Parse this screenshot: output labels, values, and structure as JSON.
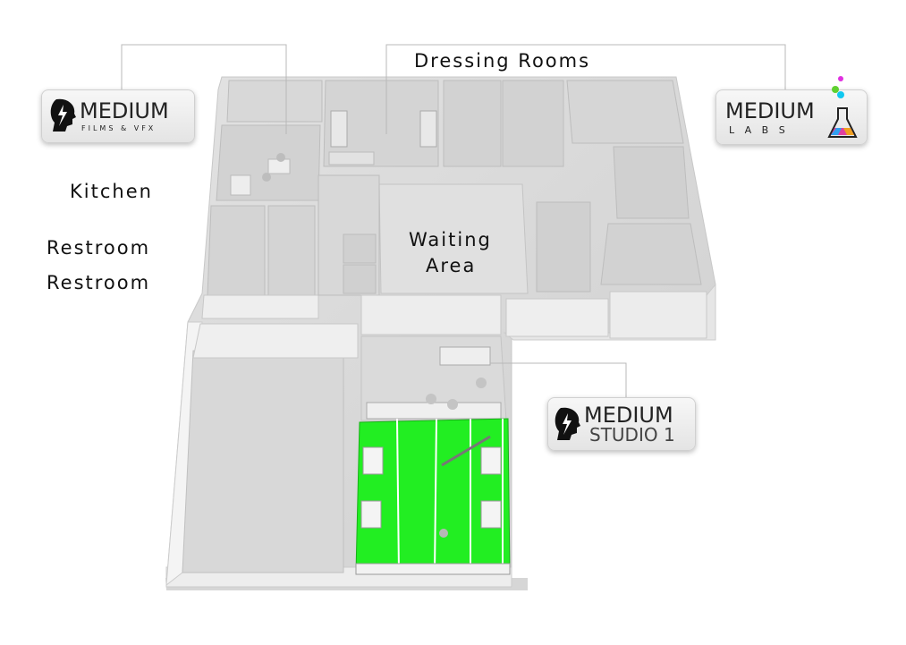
{
  "labels": {
    "dressing_rooms": "Dressing Rooms",
    "kitchen": "Kitchen",
    "restroom_1": "Restroom",
    "restroom_2": "Restroom",
    "waiting_area_line1": "Waiting",
    "waiting_area_line2": "Area"
  },
  "callouts": {
    "films": {
      "word": "MEDIUM",
      "sub": "FILMS & VFX"
    },
    "labs": {
      "word": "MEDIUM",
      "sub": "L A B S"
    },
    "studio": {
      "word": "MEDIUM",
      "sub": "STUDIO 1"
    }
  },
  "colors": {
    "greenscreen": "#22ee22",
    "wall": "#f2f2f2",
    "floor": "#d9d9d9",
    "shadow": "#bdbdbd",
    "leader_line": "#b8b8b8",
    "lab_dot_magenta": "#e030e0",
    "lab_dot_cyan": "#10c8f0",
    "lab_dot_green": "#60d030"
  },
  "icons": {
    "films_logo": "bolt-head-icon",
    "labs_logo": "flask-icon",
    "studio_logo": "bolt-head-icon"
  }
}
